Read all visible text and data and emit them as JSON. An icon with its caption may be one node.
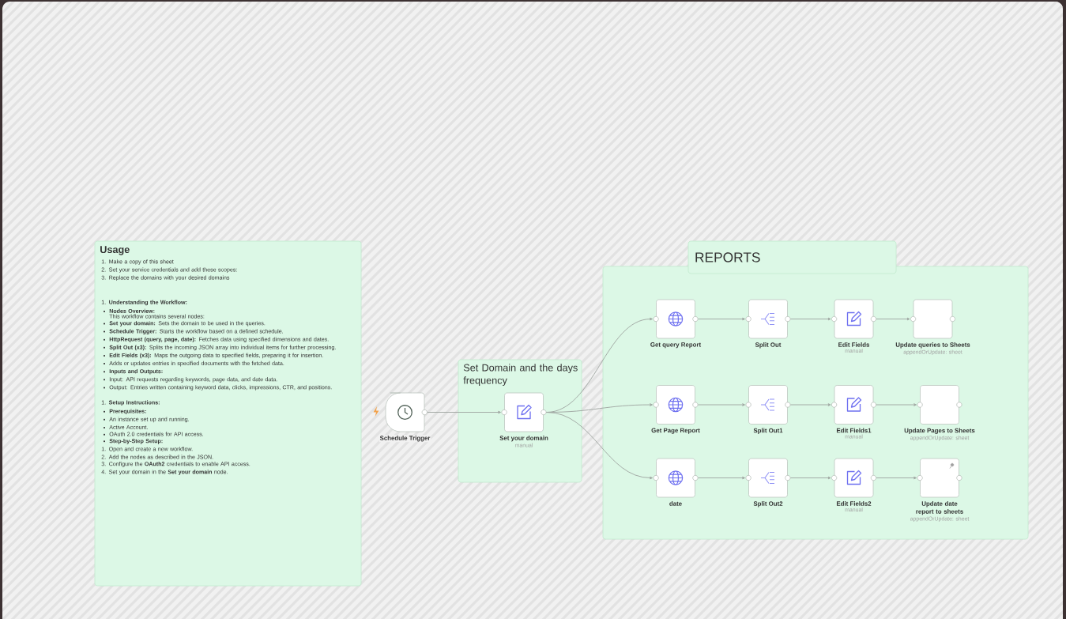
{
  "diagram": {
    "nodes": [
      {
        "text": [
          "Usage",
          "1. Make a copy of this sheet",
          "2. Set your service credentials and add these scopes:",
          "3. Replace the domains with your desired domains",
          "1. **Understanding the Workflow:**",
          "Nodes Overview:",
          "This workflow contains several nodes:",
          "**Set your domain:** Sets the domain to be used in the queries.",
          "**Schedule Trigger:** Starts the workflow based on a defined schedule.",
          "**HttpRequest (query, page, date):** Fetches data using specified dimensions and dates.",
          "**Split Out (x3):** Splits the incoming JSON array into individual items for further processing.",
          "**Edit Fields (x3):** Maps the outgoing data to specified fields, preparing it for insertion.",
          "Adds or updates entries in specified documents with the fetched data.",
          "Inputs and Outputs:",
          "Input: API requests regarding keywords, page data, and date data.",
          "Output: Entries written containing keyword data, clicks, impressions, CTR, and positions.",
          "1. **Setup Instructions:**",
          "Prerequisites:",
          "An instance set up and running.",
          "Active Account.",
          "OAuth 2.0 credentials for API access.",
          "Step-by-Step Setup:",
          "1. Open and create a new workflow.",
          "2. Add the nodes as described in the JSON.",
          "3. Configure the **OAuth2** credentials to enable API access.",
          "4. Set your domain in the **Set your domain** node."
        ]
      },
      {
        "text": [
          "Set Domain and the days frequency"
        ]
      },
      {
        "text": [
          "REPORTS"
        ]
      },
      {
        "text": [],
        "shape": "box"
      },
      {
        "text": [
          "Schedule Trigger"
        ]
      },
      {
        "text": [
          "Set your domain",
          "manual"
        ],
        "in": 1
      },
      {
        "text": [
          "Get query Report"
        ],
        "in": 3
      },
      {
        "text": [
          "Split Out"
        ],
        "in": 3
      },
      {
        "text": [
          "Edit Fields",
          "manual"
        ],
        "in": 3
      },
      {
        "text": [
          "Update queries to Sheets",
          "appendOrUpdate: sheet"
        ],
        "in": 3
      },
      {
        "text": [
          "Get Page Report"
        ],
        "in": 3
      },
      {
        "text": [
          "Split Out1"
        ],
        "in": 3
      },
      {
        "text": [
          "Edit Fields1",
          "manual"
        ],
        "in": 3
      },
      {
        "text": [
          "Update Pages to Sheets",
          "appendOrUpdate: sheet"
        ],
        "in": 3
      },
      {
        "text": [
          "date"
        ],
        "in": 3
      },
      {
        "text": [
          "Split Out2"
        ],
        "in": 3
      },
      {
        "text": [
          "Edit Fields2",
          "manual"
        ],
        "in": 3
      },
      {
        "text": [
          "Update date report to sheets",
          "appendOrUpdate: sheet"
        ],
        "in": 3
      }
    ],
    "edges": [
      {
        "from": 4,
        "to": 5,
        "arrow": "to"
      },
      {
        "from": 5,
        "to": 6,
        "arrow": "to"
      },
      {
        "from": 5,
        "to": 10,
        "arrow": "to"
      },
      {
        "from": 5,
        "to": 14,
        "arrow": "to"
      },
      {
        "from": 6,
        "to": 7,
        "arrow": "to"
      },
      {
        "from": 7,
        "to": 8,
        "arrow": "to"
      },
      {
        "from": 8,
        "to": 9,
        "arrow": "to"
      },
      {
        "from": 10,
        "to": 11,
        "arrow": "to"
      },
      {
        "from": 11,
        "to": 12,
        "arrow": "to"
      },
      {
        "from": 12,
        "to": 13,
        "arrow": "to"
      },
      {
        "from": 14,
        "to": 15,
        "arrow": "to"
      },
      {
        "from": 15,
        "to": 16,
        "arrow": "to"
      },
      {
        "from": 16,
        "to": 17,
        "arrow": "to"
      }
    ]
  }
}
